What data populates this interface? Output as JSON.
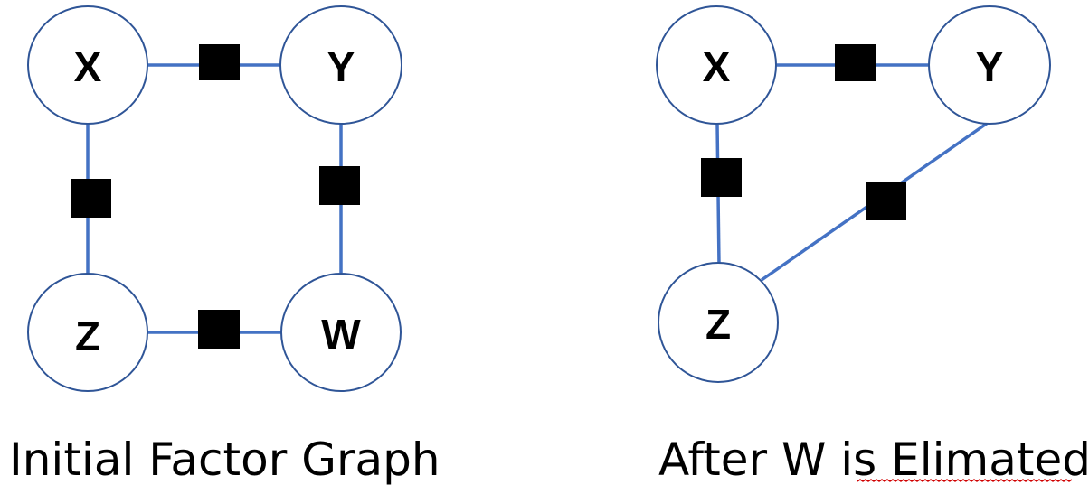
{
  "colors": {
    "edge": "#4472c4",
    "node_stroke": "#2f5597",
    "node_fill": "#ffffff",
    "factor_fill": "#000000",
    "text": "#000000",
    "spellcheck_underline": "#d00000"
  },
  "left_graph": {
    "caption": "Initial Factor Graph",
    "nodes": {
      "x": "X",
      "y": "Y",
      "z": "Z",
      "w": "W"
    }
  },
  "right_graph": {
    "caption": "After W is Elimated",
    "nodes": {
      "x": "X",
      "y": "Y",
      "z": "Z"
    }
  }
}
